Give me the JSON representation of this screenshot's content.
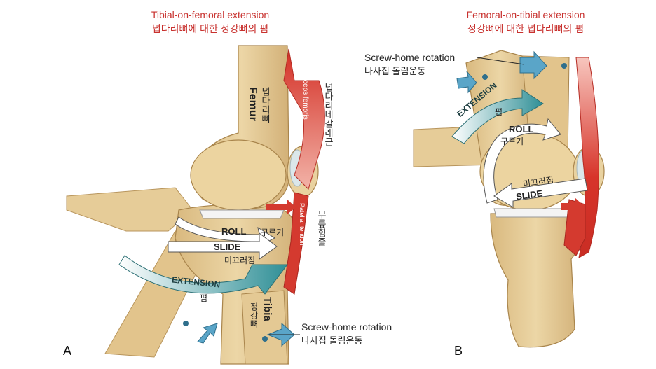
{
  "panel_a": {
    "letter": "A",
    "title_en": "Tibial-on-femoral extension",
    "title_ko": "넙다리뼈에 대한 정강뼈의 폄",
    "femur_en": "Femur",
    "femur_ko": "넙다리뼈",
    "quadriceps_en": "Quadriceps femoris",
    "quadriceps_ko": "넙다리네갈래근",
    "patellar_en": "Patellar tendon",
    "patellar_ko": "무릎힘줄",
    "roll_en": "ROLL",
    "roll_ko": "구르기",
    "slide_en": "SLIDE",
    "slide_ko": "미끄러짐",
    "extension_en": "EXTENSION",
    "extension_ko": "폄",
    "tibia_en": "Tibia",
    "tibia_ko": "정강뼈",
    "screw_en": "Screw-home rotation",
    "screw_ko": "나사집 돌림운동"
  },
  "panel_b": {
    "letter": "B",
    "title_en": "Femoral-on-tibial extension",
    "title_ko": "정강뼈에 대한 넙다리뼈의 폄",
    "screw_en": "Screw-home rotation",
    "screw_ko": "나사집 돌림운동",
    "extension_en": "EXTENSION",
    "extension_ko": "폄",
    "roll_en": "ROLL",
    "roll_ko": "구르기",
    "slide_en": "SLIDE",
    "slide_ko": "미끄러짐"
  },
  "colors": {
    "bone": "#e9d2a0",
    "bone_dark": "#cba96e",
    "muscle": "#d83a30",
    "title_red": "#c8312e",
    "teal_arrow": "#3d9aa0",
    "blue_arrow": "#5aa5c8"
  }
}
